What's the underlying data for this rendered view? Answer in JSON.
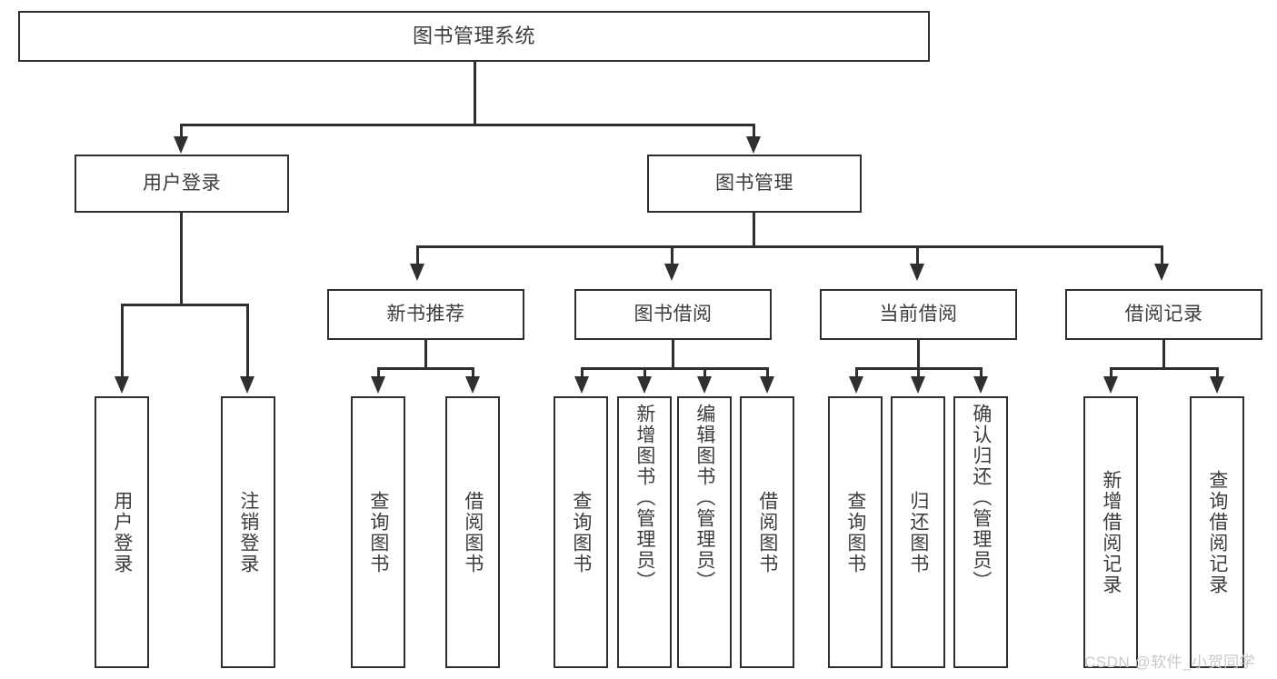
{
  "diagram": {
    "type": "tree-hierarchy",
    "title": "图书管理系统",
    "root": {
      "id": "root",
      "label": "图书管理系统"
    },
    "level2": [
      {
        "id": "user-login",
        "label": "用户登录"
      },
      {
        "id": "book-management",
        "label": "图书管理"
      }
    ],
    "level3": [
      {
        "id": "new-book-recommend",
        "label": "新书推荐",
        "parent": "book-management"
      },
      {
        "id": "book-borrow",
        "label": "图书借阅",
        "parent": "book-management"
      },
      {
        "id": "current-borrow",
        "label": "当前借阅",
        "parent": "book-management"
      },
      {
        "id": "borrow-record",
        "label": "借阅记录",
        "parent": "book-management"
      }
    ],
    "leaves": {
      "user-login": [
        {
          "id": "leaf-user-login",
          "label": "用户登录"
        },
        {
          "id": "leaf-user-logout",
          "label": "注销登录"
        }
      ],
      "new-book-recommend": [
        {
          "id": "leaf-query-book-1",
          "label": "查询图书"
        },
        {
          "id": "leaf-borrow-book-1",
          "label": "借阅图书"
        }
      ],
      "book-borrow": [
        {
          "id": "leaf-query-book-2",
          "label": "查询图书"
        },
        {
          "id": "leaf-add-book",
          "label": "新增图书（管理员）"
        },
        {
          "id": "leaf-edit-book",
          "label": "编辑图书（管理员）"
        },
        {
          "id": "leaf-borrow-book-2",
          "label": "借阅图书"
        }
      ],
      "current-borrow": [
        {
          "id": "leaf-query-book-3",
          "label": "查询图书"
        },
        {
          "id": "leaf-return-book",
          "label": "归还图书"
        },
        {
          "id": "leaf-confirm-return",
          "label": "确认归还（管理员）"
        }
      ],
      "borrow-record": [
        {
          "id": "leaf-add-record",
          "label": "新增借阅记录"
        },
        {
          "id": "leaf-query-record",
          "label": "查询借阅记录"
        }
      ]
    }
  },
  "watermark": {
    "text": "CSDN @软件_小贺同学"
  },
  "colors": {
    "background": "#ffffff",
    "box_border": "#2f2f2f",
    "text": "#3c3c3c",
    "connector": "#2f2f2f",
    "watermark": "#c9c9c9"
  }
}
